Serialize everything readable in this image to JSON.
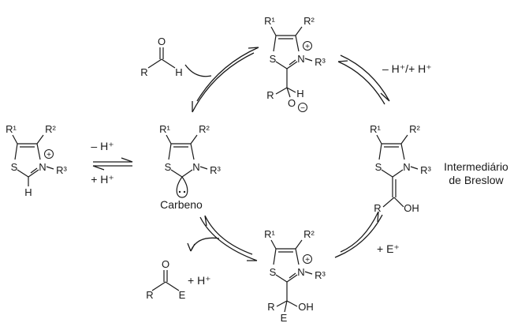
{
  "labels": {
    "R1": "R¹",
    "R2": "R²",
    "R3": "R³",
    "S": "S",
    "N": "N",
    "H": "H",
    "R": "R",
    "O": "O",
    "OH": "OH",
    "E": "E",
    "plus": "+",
    "minus": "−"
  },
  "reagents": {
    "minus_h": "– H⁺",
    "plus_h": "+ H⁺",
    "deprot_reprot": "– H⁺/+ H⁺",
    "plus_e": "+ E⁺",
    "product_plus_h": "+ H⁺"
  },
  "captions": {
    "carbene": "Carbeno",
    "breslow_line1": "Intermediário",
    "breslow_line2": "de Breslow"
  }
}
